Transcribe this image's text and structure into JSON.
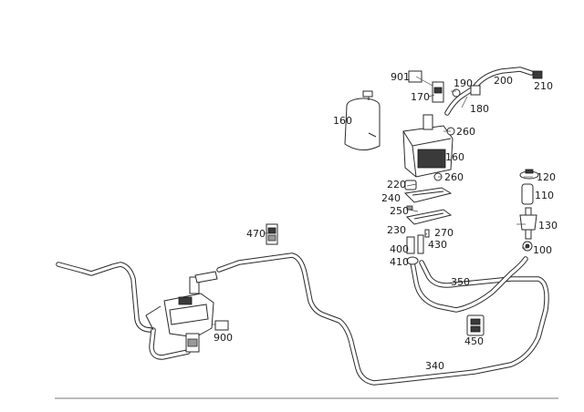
{
  "callouts": [
    {
      "id": "c901",
      "text": "901"
    },
    {
      "id": "c170",
      "text": "170"
    },
    {
      "id": "c190",
      "text": "190"
    },
    {
      "id": "c200",
      "text": "200"
    },
    {
      "id": "c210",
      "text": "210"
    },
    {
      "id": "c180",
      "text": "180"
    },
    {
      "id": "c160a",
      "text": "160"
    },
    {
      "id": "c260a",
      "text": "260"
    },
    {
      "id": "c160b",
      "text": "160"
    },
    {
      "id": "c220",
      "text": "220"
    },
    {
      "id": "c260b",
      "text": "260"
    },
    {
      "id": "c120",
      "text": "120"
    },
    {
      "id": "c240",
      "text": "240"
    },
    {
      "id": "c110",
      "text": "110"
    },
    {
      "id": "c250",
      "text": "250"
    },
    {
      "id": "c130",
      "text": "130"
    },
    {
      "id": "c230",
      "text": "230"
    },
    {
      "id": "c270",
      "text": "270"
    },
    {
      "id": "c470",
      "text": "470"
    },
    {
      "id": "c400",
      "text": "400"
    },
    {
      "id": "c430",
      "text": "430"
    },
    {
      "id": "c100",
      "text": "100"
    },
    {
      "id": "c410",
      "text": "410"
    },
    {
      "id": "c350",
      "text": "350"
    },
    {
      "id": "c900",
      "text": "900"
    },
    {
      "id": "c450",
      "text": "450"
    },
    {
      "id": "c340",
      "text": "340"
    }
  ]
}
